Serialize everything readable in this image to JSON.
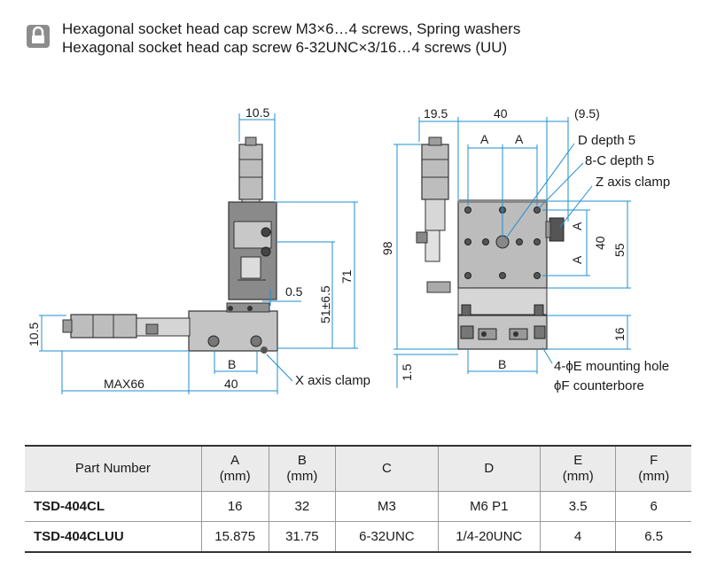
{
  "header": {
    "line1": "Hexagonal socket head cap screw M3×6…4 screws, Spring washers",
    "line2": "Hexagonal socket head cap screw 6-32UNC×3/16…4 screws (UU)"
  },
  "drawing": {
    "side_view": {
      "dim_top": "10.5",
      "dim_left": "10.5",
      "dim_0_5": "0.5",
      "dim_51": "51±6.5",
      "dim_71": "71",
      "dim_b": "B",
      "dim_max66": "MAX66",
      "dim_40": "40",
      "x_clamp_label": "X axis clamp"
    },
    "front_view": {
      "dim_19_5": "19.5",
      "dim_40_top": "40",
      "dim_9_5": "(9.5)",
      "dim_a1": "A",
      "dim_a2": "A",
      "dim_98": "98",
      "dim_1_5": "1.5",
      "dim_b": "B",
      "dim_a_right1": "A",
      "dim_a_right2": "A",
      "dim_40_right": "40",
      "dim_55": "55",
      "dim_16": "16",
      "label_d": "D depth 5",
      "label_c": "8-C depth 5",
      "label_z": "Z axis clamp",
      "label_e": "4-ϕE mounting hole",
      "label_f": "ϕF counterbore"
    }
  },
  "table": {
    "headers": [
      {
        "l1": "Part Number",
        "l2": ""
      },
      {
        "l1": "A",
        "l2": "(mm)"
      },
      {
        "l1": "B",
        "l2": "(mm)"
      },
      {
        "l1": "C",
        "l2": ""
      },
      {
        "l1": "D",
        "l2": ""
      },
      {
        "l1": "E",
        "l2": "(mm)"
      },
      {
        "l1": "F",
        "l2": "(mm)"
      }
    ],
    "rows": [
      [
        "TSD-404CL",
        "16",
        "32",
        "M3",
        "M6 P1",
        "3.5",
        "6"
      ],
      [
        "TSD-404CLUU",
        "15.875",
        "31.75",
        "6-32UNC",
        "1/4-20UNC",
        "4",
        "6.5"
      ]
    ]
  },
  "colors": {
    "dimension_line": "#1f8fd1",
    "metal_dark": "#4a4a4a",
    "metal_light": "#d9d9d9",
    "table_header_bg": "#ebebeb"
  },
  "icons": {
    "lock": "padlock-icon"
  }
}
